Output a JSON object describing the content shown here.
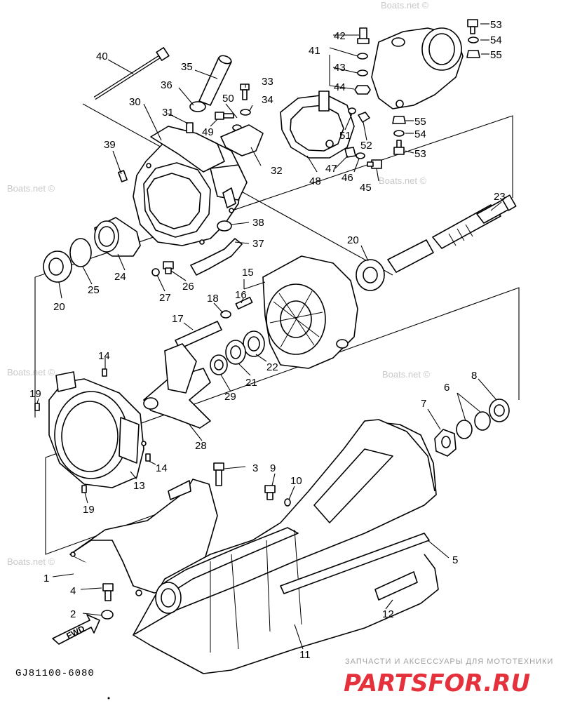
{
  "labels": [
    "40",
    "35",
    "36",
    "33",
    "50",
    "34",
    "30",
    "31",
    "49",
    "39",
    "32",
    "48",
    "42",
    "41",
    "43",
    "44",
    "53",
    "54",
    "55",
    "51",
    "52",
    "47",
    "46",
    "45",
    "23",
    "38",
    "37",
    "24",
    "25",
    "20",
    "27",
    "26",
    "15",
    "16",
    "18",
    "17",
    "22",
    "21",
    "14",
    "29",
    "28",
    "19",
    "13",
    "3",
    "9",
    "10",
    "8",
    "6",
    "7",
    "5",
    "1",
    "4",
    "2",
    "12",
    "11"
  ],
  "watermark": "Boats.net ©",
  "fwd_label": "FWD",
  "diagram_code": "GJ81100-6080",
  "ad": {
    "tagline": "ЗАПЧАСТИ И АКСЕССУАРЫ ДЛЯ МОТОТЕХНИКИ",
    "logo": "PARTSFOR.RU"
  },
  "colors": {
    "logo": "#e4313b",
    "watermark": "#c8c8c8"
  }
}
